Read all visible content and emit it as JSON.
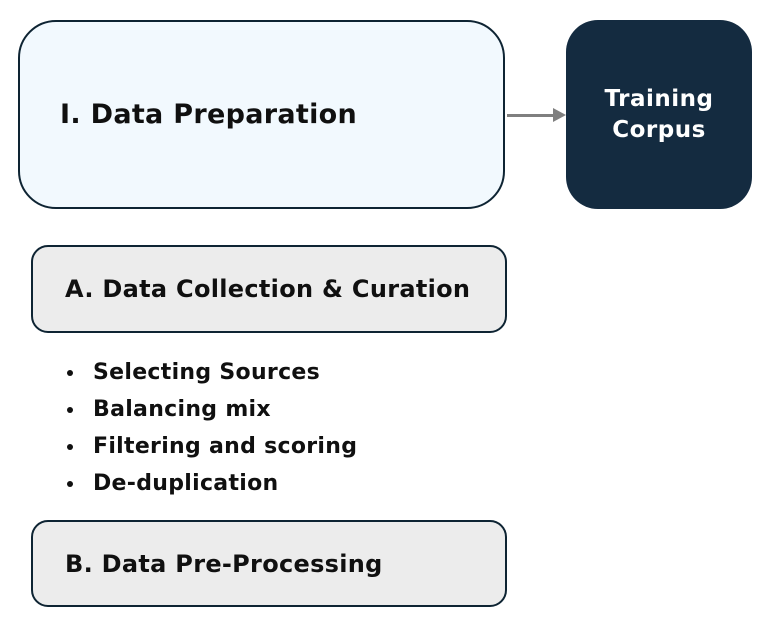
{
  "diagram": {
    "main_box": {
      "label": "I. Data Preparation"
    },
    "corpus_box": {
      "line1": "Training",
      "line2": "Corpus"
    },
    "section_a": {
      "label": "A. Data Collection & Curation"
    },
    "bullets": [
      "Selecting Sources",
      "Balancing mix",
      "Filtering and scoring",
      "De-duplication"
    ],
    "section_b": {
      "label": "B. Data Pre-Processing"
    },
    "colors": {
      "box_border": "#0e2433",
      "main_box_fill": "#f2f9fe",
      "corpus_box_fill": "#142b40",
      "section_box_fill": "#ececec",
      "arrow": "#7f7f7f",
      "text": "#101010",
      "corpus_text": "#ffffff"
    }
  }
}
